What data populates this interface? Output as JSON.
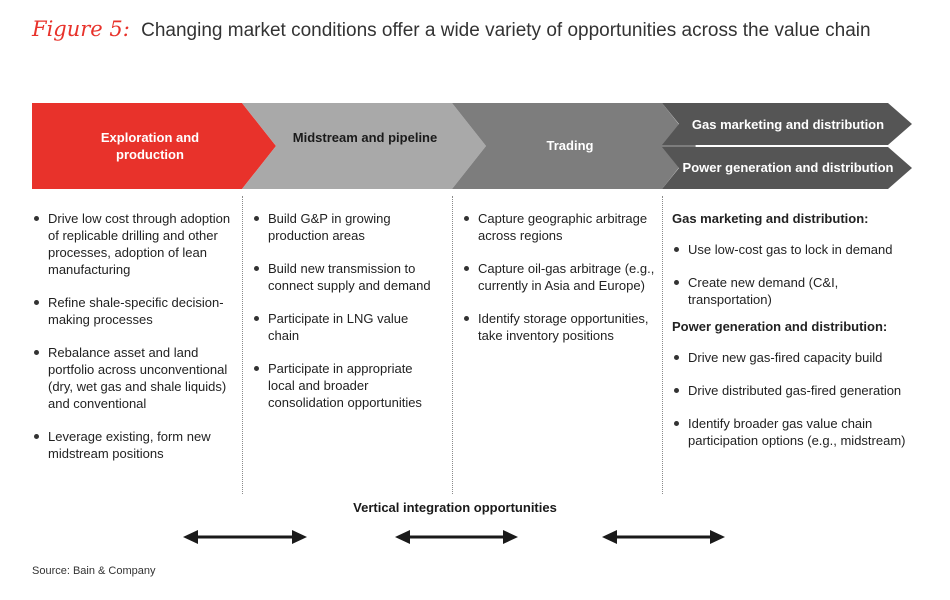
{
  "title": {
    "prefix": "Figure 5:",
    "text": "Changing market conditions offer a wide variety of opportunities across the value chain"
  },
  "colors": {
    "red": "#e8322b",
    "light_gray": "#a9a9a9",
    "mid_gray": "#7d7d7d",
    "dark_gray": "#555555"
  },
  "stages": [
    {
      "label": "Exploration and production"
    },
    {
      "label": "Midstream and pipeline"
    },
    {
      "label": "Trading"
    },
    {
      "label_top": "Gas marketing and distribution",
      "label_bottom": "Power generation and distribution"
    }
  ],
  "columns": [
    {
      "items": [
        "Drive low cost through adoption of replicable drilling and other processes, adoption of lean manufacturing",
        "Refine shale-specific decision-making processes",
        "Rebalance asset and land portfolio across unconventional (dry, wet gas and shale liquids) and conventional",
        "Leverage existing, form new midstream positions"
      ]
    },
    {
      "items": [
        "Build G&P in growing production areas",
        "Build new transmission to connect supply and demand",
        "Participate in LNG value chain",
        "Participate in appropriate local and broader consolidation opportunities"
      ]
    },
    {
      "items": [
        "Capture geographic arbitrage across regions",
        "Capture oil-gas arbitrage (e.g., currently in Asia and Europe)",
        "Identify storage opportunities, take inventory positions"
      ]
    },
    {
      "sections": [
        {
          "heading": "Gas marketing and distribution:",
          "items": [
            "Use low-cost gas to lock in demand",
            "Create new demand (C&I, transportation)"
          ]
        },
        {
          "heading": "Power generation and distribution:",
          "items": [
            "Drive new gas-fired capacity build",
            "Drive distributed gas-fired generation",
            "Identify broader gas value chain participation options (e.g., midstream)"
          ]
        }
      ]
    }
  ],
  "vertical_label": "Vertical integration opportunities",
  "source": "Source: Bain & Company"
}
